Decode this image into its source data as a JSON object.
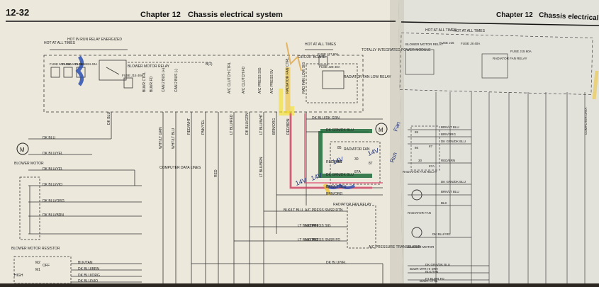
{
  "left_page": {
    "page_number": "12-32",
    "chapter": "Chapter 12",
    "title": "Chassis electrical system",
    "power_labels": [
      "HOT AT ALL TIMES",
      "HOT IN RUN RELAY ENERGIZED",
      "HOT AT ALL TIMES"
    ],
    "fuse_labels": [
      "FUSE M11 15A",
      "FUSE M26 15A",
      "FUSE M24 40A",
      "FUSE J15 40A",
      "FUSE J17 60A",
      "FUSE J28 40A"
    ],
    "relay_labels": [
      "BLOWER MOTOR RELAY",
      "RADIATOR FAN LOW RELAY"
    ],
    "module_labels": [
      "TOTALLY INTEGRATED POWER MODULE",
      "CIRCUIT BOARD"
    ],
    "pin_labels": [
      "BLWR CTRL",
      "BLWR FD",
      "CAN 2 BUS (+)",
      "CAN 2 BUS (-)",
      "A/C CLUTCH CTRL",
      "A/C CLUTCH FD",
      "A/C PRESS SIG",
      "A/C PRESS 5V",
      "RADIATOR FAN CTRL",
      "RAD FAN LOW SIG"
    ],
    "wire_labels": [
      "DK BLU",
      "DK BLU",
      "DK BLU/YEL",
      "DK BLU/YEL",
      "WHT/LT GRN",
      "WHT/LT BLU",
      "RED/WHT",
      "PNK/YEL",
      "RED",
      "LT BLU/RED",
      "DK BLU/GRN",
      "LT BLU/WHT",
      "LT BLU/BRN",
      "BRN/ORG",
      "RED/BRN",
      "DK BLU/DK GRN",
      "DK GRN/DK BLU",
      "RED/BRN",
      "DK GRN/DK BLU",
      "BRN/LT BLU",
      "BRN/ORG",
      "DK BLU/VIO",
      "DK BLU/ORG",
      "DK BLU/BRN",
      "BLK/LT BLU",
      "LT BLU/BRN",
      "LT BLU/ORG",
      "BLK/TAN",
      "DK BLU/BRN",
      "DK BLU/ORG",
      "DK BLU/VIO",
      "DK BLU/YEL"
    ],
    "component_labels": [
      "BLOWER MOTOR",
      "COMPUTER DATA LINES",
      "RADIATOR FAN",
      "RADIATOR FAN RELAY",
      "BLOWER MOTOR RESISTOR",
      "A/C PRESS SNSR RTN",
      "A/C PRESS SIG",
      "A/C PRESS SNSR FD",
      "A/C PRESSURE TRANSDUCER",
      "HIGH",
      "M2",
      "M1",
      "OFF"
    ],
    "connector_labels": [
      "B(+)",
      "85",
      "86",
      "87",
      "30",
      "87A"
    ],
    "annotations": [
      "14V",
      "14V",
      "14V",
      "14V",
      "Fan",
      "Run"
    ]
  },
  "right_page": {
    "chapter": "Chapter 12",
    "title": "Chassis electrical system",
    "power_labels": [
      "HOT AT ALL TIMES",
      "HOT AT ALL TIMES"
    ],
    "fuse_labels": [
      "FUSE J16",
      "FUSE J8 40A",
      "FUSE J15 60A"
    ],
    "relay_labels": [
      "BLOWER MOTOR RELAY",
      "RADIATOR FAN RELAY"
    ],
    "wire_labels": [
      "BRN/LT BLU",
      "BRN/ORG",
      "DK GRN/DK BLU",
      "RED/BRN",
      "DK GRN/DK BLU",
      "BRN/LT BLU",
      "BLK",
      "DK GRN/DK BLU",
      "DK BLU/YEL",
      "BLK/TAN",
      "BLWR MTR HI DRV",
      "FT BLWR FD",
      "BLWR CTRL",
      "COMPUTER DATA"
    ],
    "component_labels": [
      "RADIATOR FAN RELAY",
      "RADIATOR FAN",
      "BLOWER MOTOR"
    ],
    "connector_labels": [
      "85",
      "86",
      "87",
      "30",
      "87A"
    ]
  }
}
